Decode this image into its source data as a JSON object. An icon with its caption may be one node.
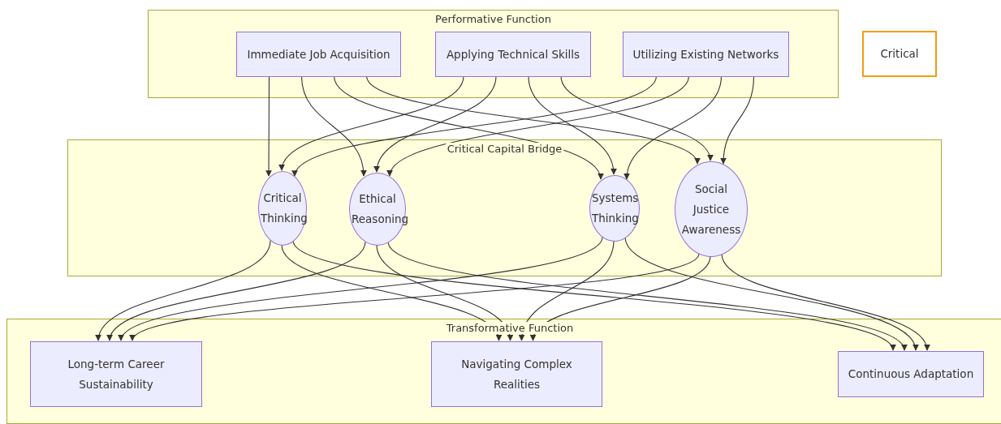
{
  "diagram": {
    "nodes": [
      {
        "text": [
          "Performative Function"
        ]
      },
      {
        "text": [
          "Immediate Job Acquisition"
        ],
        "in": 0
      },
      {
        "text": [
          "Applying Technical Skills"
        ],
        "in": 0
      },
      {
        "text": [
          "Utilizing Existing Networks"
        ],
        "in": 0
      },
      {
        "text": [
          "Critical"
        ]
      },
      {
        "text": [
          "Critical Capital Bridge"
        ]
      },
      {
        "text": [
          "Critical Thinking"
        ],
        "in": 5
      },
      {
        "text": [
          "Ethical Reasoning"
        ],
        "in": 5
      },
      {
        "text": [
          "Systems Thinking"
        ],
        "in": 5
      },
      {
        "text": [
          "Social Justice Awareness"
        ],
        "in": 5
      },
      {
        "text": [
          "Transformative Function"
        ]
      },
      {
        "text": [
          "Long-term Career Sustainability"
        ],
        "in": 10
      },
      {
        "text": [
          "Navigating Complex Realities"
        ],
        "in": 10
      },
      {
        "text": [
          "Continuous Adaptation"
        ],
        "in": 10
      }
    ],
    "edges": [
      {
        "from": 1,
        "to": 6,
        "arrow": "to"
      },
      {
        "from": 1,
        "to": 7,
        "arrow": "to"
      },
      {
        "from": 1,
        "to": 8,
        "arrow": "to"
      },
      {
        "from": 1,
        "to": 9,
        "arrow": "to"
      },
      {
        "from": 2,
        "to": 6,
        "arrow": "to"
      },
      {
        "from": 2,
        "to": 7,
        "arrow": "to"
      },
      {
        "from": 2,
        "to": 8,
        "arrow": "to"
      },
      {
        "from": 2,
        "to": 9,
        "arrow": "to"
      },
      {
        "from": 3,
        "to": 6,
        "arrow": "to"
      },
      {
        "from": 3,
        "to": 7,
        "arrow": "to"
      },
      {
        "from": 3,
        "to": 8,
        "arrow": "to"
      },
      {
        "from": 3,
        "to": 9,
        "arrow": "to"
      },
      {
        "from": 6,
        "to": 11,
        "arrow": "to"
      },
      {
        "from": 6,
        "to": 12,
        "arrow": "to"
      },
      {
        "from": 6,
        "to": 13,
        "arrow": "to"
      },
      {
        "from": 7,
        "to": 11,
        "arrow": "to"
      },
      {
        "from": 7,
        "to": 12,
        "arrow": "to"
      },
      {
        "from": 7,
        "to": 13,
        "arrow": "to"
      },
      {
        "from": 8,
        "to": 11,
        "arrow": "to"
      },
      {
        "from": 8,
        "to": 12,
        "arrow": "to"
      },
      {
        "from": 8,
        "to": 13,
        "arrow": "to"
      },
      {
        "from": 9,
        "to": 11,
        "arrow": "to"
      },
      {
        "from": 9,
        "to": 12,
        "arrow": "to"
      },
      {
        "from": 9,
        "to": 13,
        "arrow": "to"
      }
    ]
  }
}
